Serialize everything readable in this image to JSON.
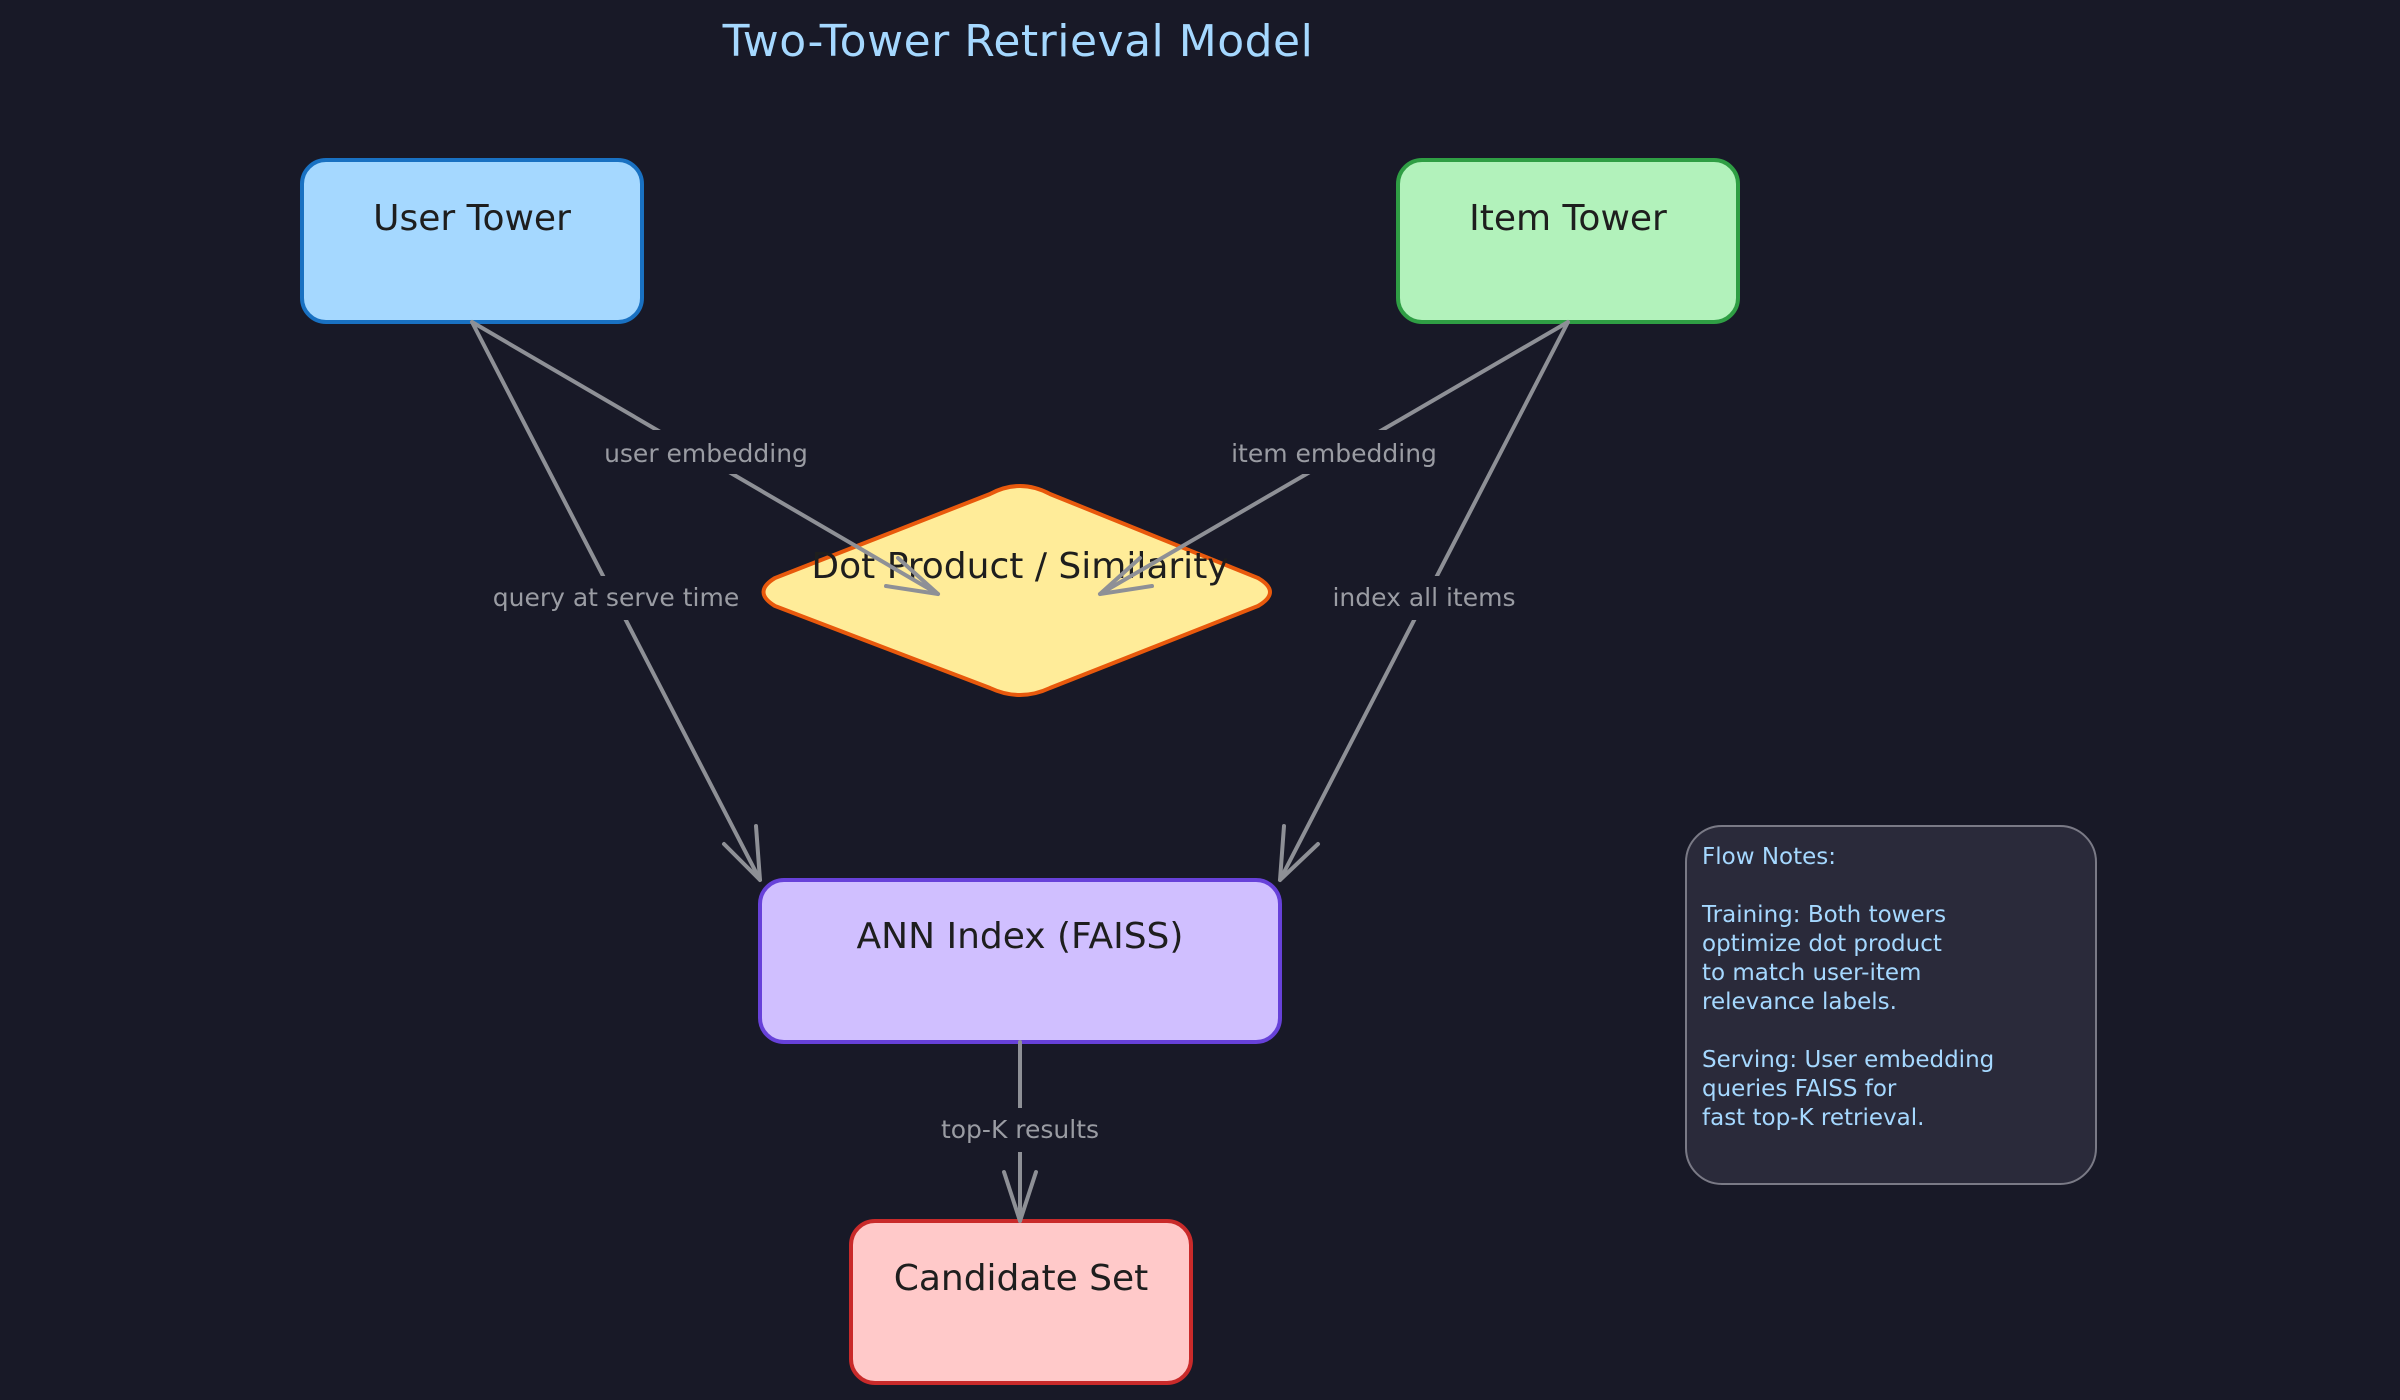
{
  "title": "Two-Tower Retrieval Model",
  "colors": {
    "background": "#181927",
    "title": "#a5d8ff",
    "edge": "#8e9096",
    "edge_label": "#9a9ca3",
    "note_text": "#a5d8ff",
    "note_fill": "#2a2a3a",
    "note_stroke": "#7a7a86"
  },
  "nodes": {
    "user_tower": {
      "label": "User Tower",
      "fill": "#a5d8ff",
      "stroke": "#1971c2"
    },
    "item_tower": {
      "label": "Item Tower",
      "fill": "#b2f2bb",
      "stroke": "#2f9e44"
    },
    "similarity": {
      "label": "Dot Product / Similarity",
      "fill": "#ffec99",
      "stroke": "#e8590c"
    },
    "ann_index": {
      "label": "ANN Index (FAISS)",
      "fill": "#d0bfff",
      "stroke": "#6741d9"
    },
    "candidate_set": {
      "label": "Candidate Set",
      "fill": "#ffc9c9",
      "stroke": "#c92a2a"
    }
  },
  "edges": {
    "user_to_similarity": "user embedding",
    "item_to_similarity": "item embedding",
    "user_to_ann": "query at serve time",
    "item_to_ann": "index all items",
    "ann_to_candidates": "top-K results"
  },
  "notes": {
    "heading": "Flow Notes:",
    "lines": [
      "Training: Both towers",
      "optimize dot product",
      "to match user-item",
      "relevance labels.",
      "Serving: User embedding",
      "queries FAISS for",
      "fast top-K retrieval."
    ]
  }
}
